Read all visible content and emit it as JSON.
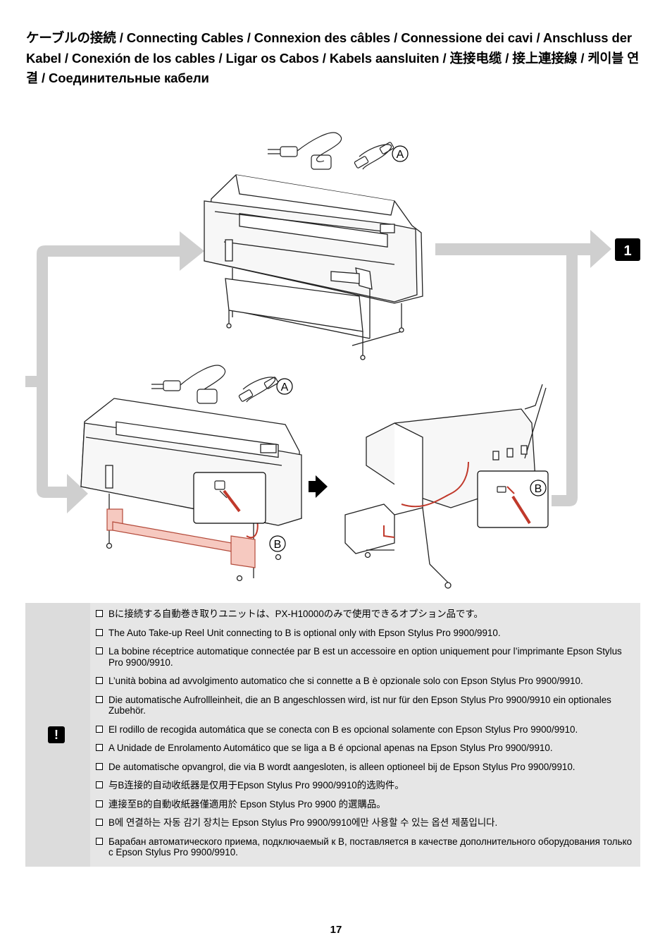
{
  "header": {
    "title": "ケーブルの接続 / Connecting Cables / Connexion des câbles / Connessione dei cavi / Anschluss der Kabel / Conexión de los cables / Ligar os Cabos / Kabels aansluiten / 连接电缆 / 接上連接線 / 케이블 연결 / Соединительные кабели"
  },
  "figure": {
    "step_number": "1",
    "labels": {
      "a_top": "A",
      "a_bottom": "A",
      "b_left": "B",
      "b_right": "B"
    }
  },
  "notes": {
    "icon": "caution-icon",
    "items": [
      "Bに接続する自動巻き取りユニットは、PX-H10000のみで使用できるオプション品です。",
      "The Auto Take-up Reel Unit connecting to B is optional only with Epson Stylus Pro 9900/9910.",
      "La bobine réceptrice automatique connectée par B est un accessoire en option uniquement pour l’imprimante Epson Stylus Pro 9900/9910.",
      "L’unità bobina ad avvolgimento automatico che si connette a B è opzionale solo con Epson Stylus Pro 9900/9910.",
      "Die automatische Aufrollleinheit, die an B angeschlossen wird, ist nur für den Epson Stylus Pro 9900/9910 ein optionales Zubehör.",
      "El rodillo de recogida automática que se conecta con B es opcional solamente con Epson Stylus Pro 9900/9910.",
      "A Unidade de Enrolamento Automático que se liga a B é opcional apenas na Epson Stylus Pro 9900/9910.",
      "De automatische opvangrol, die via B wordt aangesloten, is alleen optioneel bij de Epson Stylus Pro 9900/9910.",
      "与B连接的自动收纸器是仅用于Epson Stylus Pro 9900/9910的选购件。",
      "連接至B的自動收紙器僅適用於 Epson Stylus Pro 9900 的選購品。",
      "B에 연결하는 자동 감기 장치는 Epson Stylus Pro 9900/9910에만 사용할 수 있는 옵션 제품입니다.",
      "Барабан автоматического приема, подключаемый к B, поставляется в качестве дополнительного оборудования только с Epson Stylus Pro 9900/9910."
    ]
  },
  "footer": {
    "page_number": "17"
  }
}
